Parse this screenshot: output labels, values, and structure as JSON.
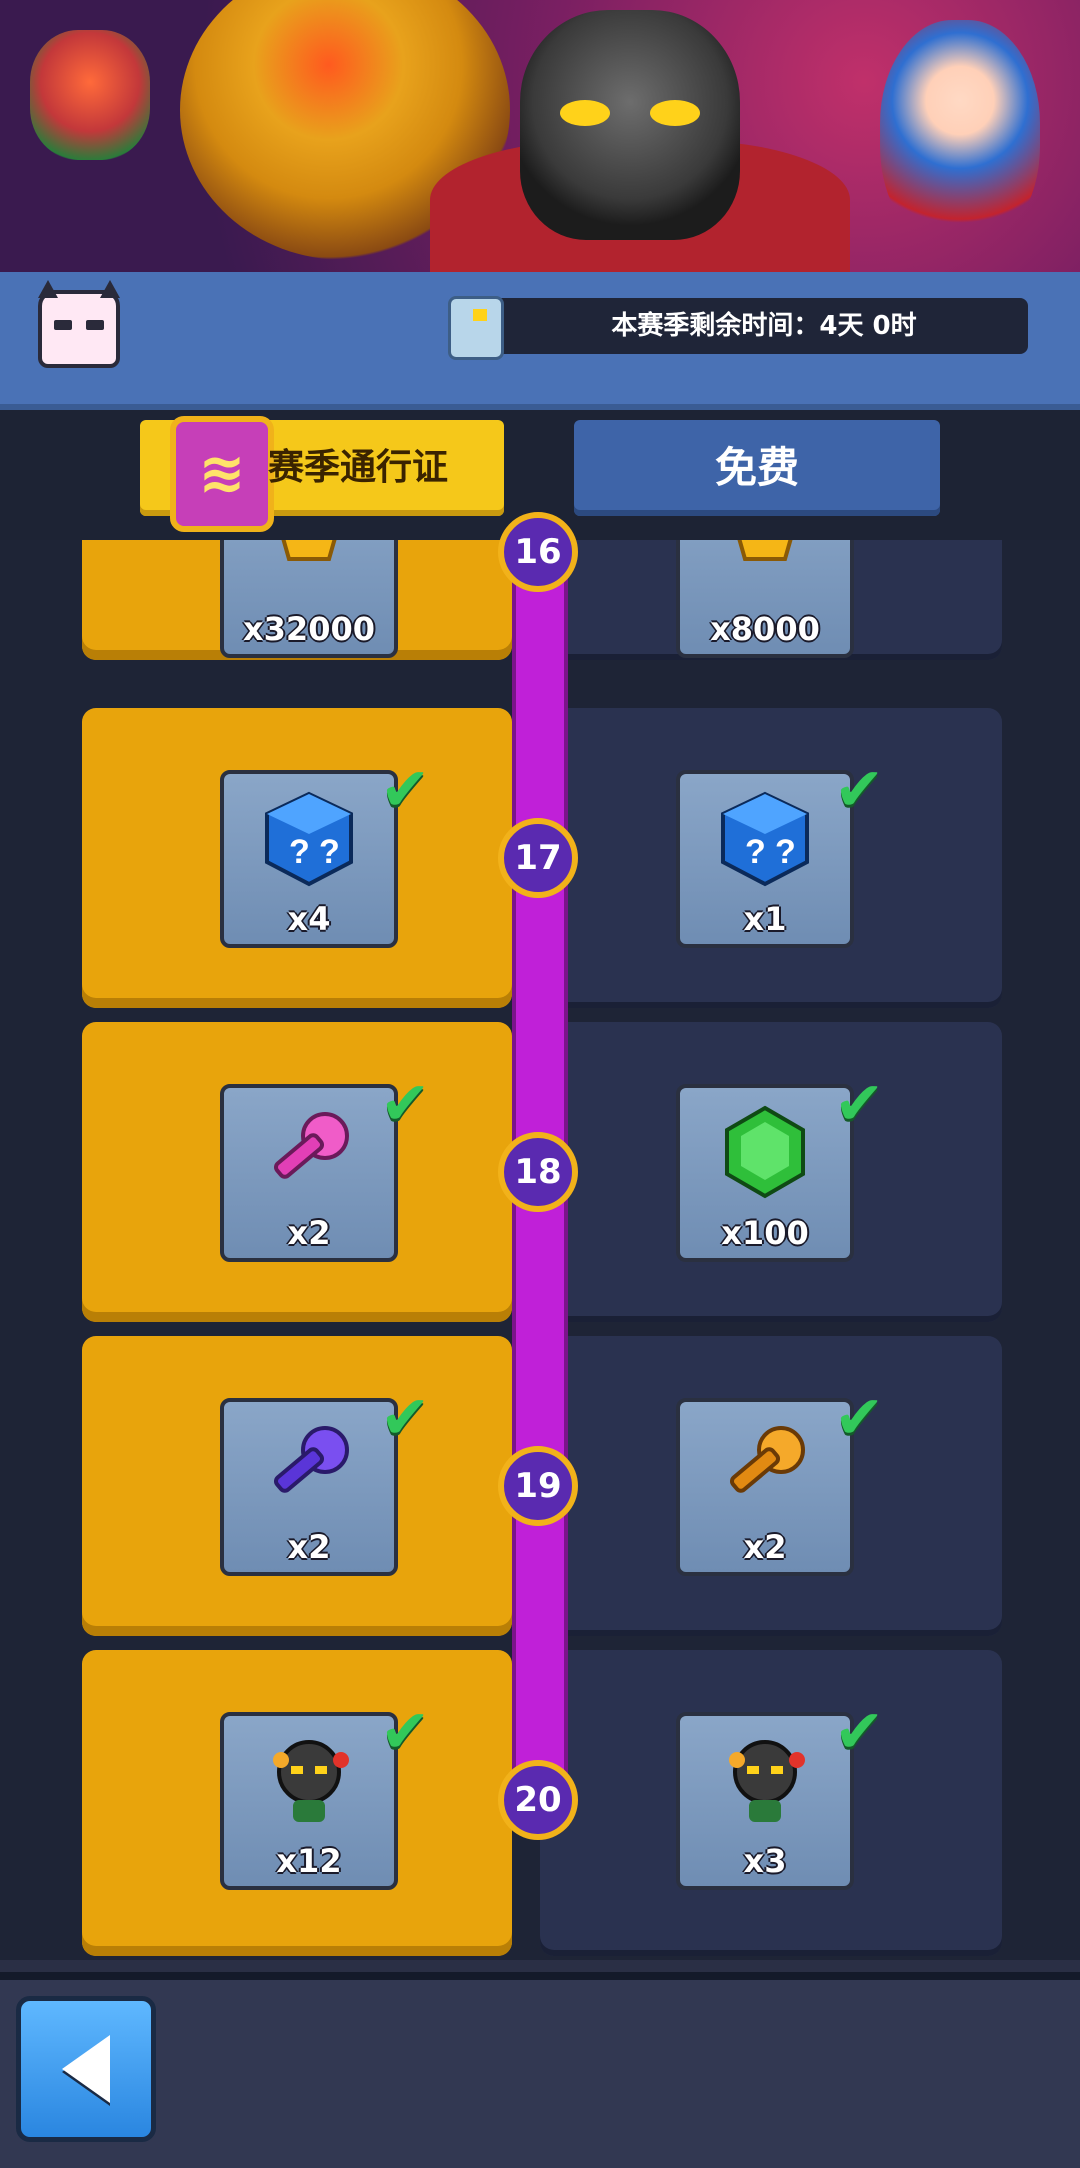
{
  "header": {
    "season_time": "本赛季剩余时间：4天 0时"
  },
  "tabs": {
    "pass_label": "赛季通行证",
    "free_label": "免费"
  },
  "rows": [
    {
      "level": "16",
      "pass_qty": "x32000",
      "free_qty": "x8000"
    },
    {
      "level": "17",
      "pass_qty": "x4",
      "free_qty": "x1"
    },
    {
      "level": "18",
      "pass_qty": "x2",
      "free_qty": "x100"
    },
    {
      "level": "19",
      "pass_qty": "x2",
      "free_qty": "x2"
    },
    {
      "level": "20",
      "pass_qty": "x12",
      "free_qty": "x3"
    }
  ],
  "icons": {
    "row16": "gold-coin-icon",
    "row17": "mystery-dice-icon",
    "row18_pass": "pink-key-icon",
    "row18_free": "green-gem-icon",
    "row19_pass": "purple-key-icon",
    "row19_free": "gold-key-icon",
    "row20": "skull-hero-token-icon"
  },
  "colors": {
    "pass_column": "#e8a40c",
    "free_column": "#2a3250",
    "track": "#c020d8",
    "check": "#32c85a"
  }
}
